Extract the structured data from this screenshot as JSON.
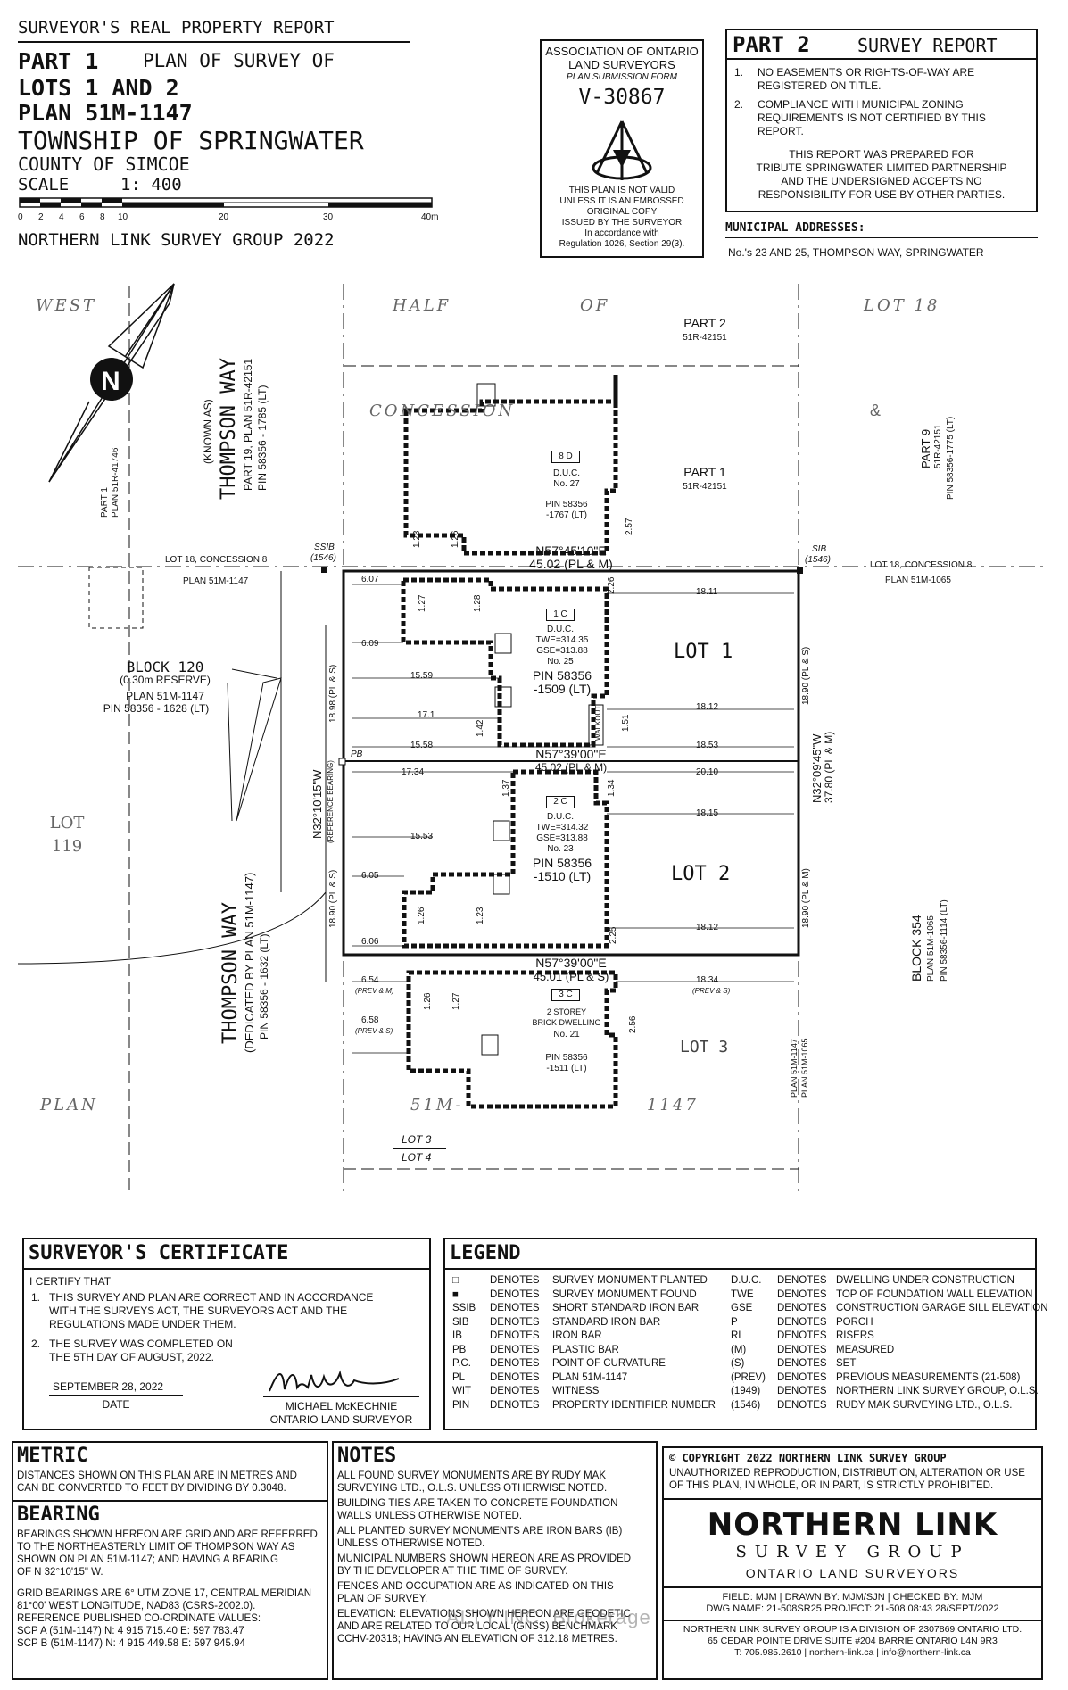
{
  "header": {
    "report_title": "SURVEYOR'S REAL PROPERTY REPORT",
    "part1": "PART 1",
    "part1_sub": "PLAN OF SURVEY OF",
    "lots": "LOTS 1 AND 2",
    "plan": "PLAN 51M-1147",
    "township": "TOWNSHIP OF SPRINGWATER",
    "county": "COUNTY OF SIMCOE",
    "scale_label": "SCALE",
    "scale_value": "1: 400",
    "scale_ticks": [
      "0",
      "2",
      "4",
      "6",
      "8",
      "10",
      "20",
      "30",
      "40m"
    ],
    "firm_year": "NORTHERN LINK SURVEY GROUP 2022"
  },
  "stamp": {
    "line1": "ASSOCIATION OF ONTARIO",
    "line2": "LAND SURVEYORS",
    "line3": "PLAN SUBMISSION FORM",
    "number": "V-30867",
    "notice": [
      "THIS PLAN IS NOT VALID",
      "UNLESS IT IS AN EMBOSSED",
      "ORIGINAL COPY",
      "ISSUED BY THE SURVEYOR",
      "In accordance with",
      "Regulation 1026, Section 29(3)."
    ]
  },
  "part2": {
    "title": "PART 2",
    "subtitle": "SURVEY REPORT",
    "item1_num": "1.",
    "item1": [
      "NO EASEMENTS OR RIGHTS-OF-WAY ARE",
      "REGISTERED ON TITLE."
    ],
    "item2_num": "2.",
    "item2": [
      "COMPLIANCE WITH MUNICIPAL ZONING",
      "REQUIREMENTS IS NOT CERTIFIED BY THIS",
      "REPORT."
    ],
    "prepared": [
      "THIS REPORT WAS PREPARED FOR",
      "TRIBUTE SPRINGWATER LIMITED PARTNERSHIP",
      "AND THE UNDERSIGNED ACCEPTS NO",
      "RESPONSIBILITY FOR USE BY OTHER PARTIES."
    ],
    "addr_label": "MUNICIPAL ADDRESSES:",
    "addr_value": "No.'s 23 AND 25, THOMPSON WAY, SPRINGWATER"
  },
  "plan": {
    "west": "WEST",
    "half": "HALF",
    "of": "OF",
    "lot18": "LOT 18",
    "concession": "CONCESSION",
    "amp": "&",
    "part2_top": "PART 2",
    "part2_top_ref": "51R-42151",
    "part1_mid": "PART 1",
    "part1_mid_ref": "51R-42151",
    "part9": "PART 9",
    "part9_ref": "51R-42151",
    "part9_pin": "PIN 58356-1775 (LT)",
    "known_as": "(KNOWN AS)",
    "thompson_top": "THOMPSON WAY",
    "thompson_top_ref": "PART 19, PLAN 51R-42151",
    "thompson_top_pin": "PIN 58356 - 1785 (LT)",
    "part1_left": "PART 1",
    "part1_left_ref": "PLAN 51R-41746",
    "lot18_left": "LOT 18, CONCESSION 8",
    "plan_left": "PLAN 51M-1147",
    "lot18_right": "LOT 18, CONCESSION 8",
    "plan_right": "PLAN 51M-1065",
    "ssib": "SSIB",
    "ssib_ref": "(1546)",
    "sib": "SIB",
    "sib_ref": "(1546)",
    "block120": "BLOCK 120",
    "block120_sub": "(0.30m RESERVE)",
    "block120_plan": "PLAN 51M-1147",
    "block120_pin": "PIN 58356 - 1628 (LT)",
    "lot119": "LOT",
    "lot119_num": "119",
    "thompson_bot": "THOMPSON WAY",
    "thompson_bot_ref": "(DEDICATED BY PLAN 51M-1147)",
    "thompson_bot_pin": "PIN 58356 - 1632 (LT)",
    "block354": "BLOCK 354",
    "block354_ref": "PLAN 51M-1065",
    "block354_pin": "PIN 58356-1114 (LT)",
    "plan_word": "PLAN",
    "plan_num": "51M-",
    "plan_num2": "1147",
    "lot3_label": "LOT 3",
    "lot4_label": "LOT 4",
    "lot3_main": "LOT 3",
    "plan_vert1": "PLAN 51M-1147",
    "plan_vert2": "PLAN 51M-1065",
    "bldg8d": "8 D",
    "duc27": "D.U.C.",
    "no27": "No. 27",
    "pin27": "PIN 58356",
    "pin27b": "-1767 (LT)",
    "bearing_top": "N57°45'10\"E",
    "dist_top": "45.02 (PL & M)",
    "lot1": "LOT 1",
    "bldg1c": "1 C",
    "duc25": "D.U.C.",
    "twe25": "TWE=314.35",
    "gse25": "GSE=313.88",
    "no25": "No. 25",
    "pin25": "PIN 58356",
    "pin25b": "-1509 (LT)",
    "lot2": "LOT 2",
    "bldg2c": "2 C",
    "duc23": "D.U.C.",
    "twe23": "TWE=314.32",
    "gse23": "GSE=313.88",
    "no23": "No. 23",
    "pin23": "PIN 58356",
    "pin23b": "-1510 (LT)",
    "bearing_mid": "N57°39'00\"E",
    "dist_mid": "45.02 (PL & M)",
    "bearing_bot": "N57°39'00\"E",
    "dist_bot": "45.01 (PL & S)",
    "bldg3c": "3 C",
    "storey": "2 STOREY",
    "brick": "BRICK DWELLING",
    "no21": "No. 21",
    "pin21": "PIN 58356",
    "pin21b": "-1511 (LT)",
    "left_bearing": "N32°10'15\"W",
    "ref_bearing": "(REFERENCE BEARING)",
    "right_bearing": "N32°09'45\"W",
    "right_dist": "37.80 (PL & M)",
    "walkout": "WALKOUT",
    "pb": "PB",
    "dims": {
      "d1": "6.07",
      "d2": "1.27",
      "d3": "1.28",
      "d4": "2.26",
      "d5": "18.11",
      "d6": "6.09",
      "d7": "15.59",
      "d8": "18.12",
      "d9": "17.1",
      "d10": "1.42",
      "d11": "1.51",
      "d12": "15.58",
      "d13": "18.53",
      "d14": "17.34",
      "d15": "1.37",
      "d16": "1.34",
      "d17": "20.10",
      "d18": "18.15",
      "d19": "15.53",
      "d20": "6.05",
      "d21": "1.26",
      "d22": "1.23",
      "d23": "18.12",
      "d24": "6.06",
      "d25": "2.25",
      "d26": "18.98 (PL & S)",
      "d27": "18.90 (PL & S)",
      "d28": "18.90 (PL & S)",
      "d29": "18.90 (PL & M)",
      "d30": "6.54",
      "d31": "(PREV & M)",
      "d32": "6.58",
      "d33": "(PREV & S)",
      "d34": "18.34",
      "d35": "(PREV & S)",
      "d36": "1.26",
      "d37": "1.27",
      "d38": "2.56",
      "d39": "1.28",
      "d40": "1.26",
      "d41": "2.57"
    }
  },
  "certificate": {
    "title": "SURVEYOR'S CERTIFICATE",
    "intro": "I CERTIFY THAT",
    "item1_num": "1.",
    "item1": [
      "THIS SURVEY AND PLAN ARE CORRECT AND IN ACCORDANCE",
      "WITH THE SURVEYS ACT, THE SURVEYORS ACT AND THE",
      "REGULATIONS MADE UNDER THEM."
    ],
    "item2_num": "2.",
    "item2": [
      "THE SURVEY WAS COMPLETED ON",
      "THE 5TH DAY OF AUGUST, 2022."
    ],
    "date_value": "SEPTEMBER 28, 2022",
    "date_label": "DATE",
    "name": "MICHAEL McKECHNIE",
    "role": "ONTARIO LAND SURVEYOR"
  },
  "legend": {
    "title": "LEGEND",
    "left": [
      [
        "□",
        "DENOTES",
        "SURVEY MONUMENT PLANTED"
      ],
      [
        "■",
        "DENOTES",
        "SURVEY MONUMENT FOUND"
      ],
      [
        "SSIB",
        "DENOTES",
        "SHORT STANDARD IRON BAR"
      ],
      [
        "SIB",
        "DENOTES",
        "STANDARD IRON BAR"
      ],
      [
        "IB",
        "DENOTES",
        "IRON BAR"
      ],
      [
        "PB",
        "DENOTES",
        "PLASTIC BAR"
      ],
      [
        "P.C.",
        "DENOTES",
        "POINT OF CURVATURE"
      ],
      [
        "PL",
        "DENOTES",
        "PLAN 51M-1147"
      ],
      [
        "WIT",
        "DENOTES",
        "WITNESS"
      ],
      [
        "PIN",
        "DENOTES",
        "PROPERTY IDENTIFIER NUMBER"
      ]
    ],
    "right": [
      [
        "D.U.C.",
        "DENOTES",
        "DWELLING UNDER CONSTRUCTION"
      ],
      [
        "TWE",
        "DENOTES",
        "TOP OF FOUNDATION WALL ELEVATION"
      ],
      [
        "GSE",
        "DENOTES",
        "CONSTRUCTION GARAGE SILL ELEVATION"
      ],
      [
        "P",
        "DENOTES",
        "PORCH"
      ],
      [
        "RI",
        "DENOTES",
        "RISERS"
      ],
      [
        "(M)",
        "DENOTES",
        "MEASURED"
      ],
      [
        "(S)",
        "DENOTES",
        "SET"
      ],
      [
        "(PREV)",
        "DENOTES",
        "PREVIOUS MEASUREMENTS (21-508)"
      ],
      [
        "(1949)",
        "DENOTES",
        "NORTHERN LINK SURVEY GROUP, O.L.S."
      ],
      [
        "(1546)",
        "DENOTES",
        "RUDY MAK SURVEYING LTD., O.L.S."
      ]
    ]
  },
  "metric": {
    "title": "METRIC",
    "text": [
      "DISTANCES SHOWN ON THIS PLAN ARE IN METRES AND",
      "CAN BE CONVERTED TO FEET BY DIVIDING BY 0.3048."
    ]
  },
  "bearing": {
    "title": "BEARING",
    "text": [
      "BEARINGS SHOWN HEREON ARE GRID AND ARE REFERRED",
      "TO THE NORTHEASTERLY LIMIT OF THOMPSON WAY AS",
      "SHOWN ON PLAN 51M-1147; AND HAVING A BEARING",
      "OF N 32°10'15\" W."
    ],
    "text2": [
      "GRID BEARINGS ARE 6° UTM ZONE 17, CENTRAL MERIDIAN",
      "81°00' WEST LONGITUDE, NAD83 (CSRS-2002.0).",
      "REFERENCE PUBLISHED CO-ORDINATE VALUES:"
    ],
    "scp_a": "SCP A (51M-1147)  N: 4 915 715.40  E: 597 783.47",
    "scp_b": "SCP B (51M-1147)  N: 4 915 449.58  E: 597 945.94"
  },
  "notes": {
    "title": "NOTES",
    "items": [
      [
        "ALL FOUND SURVEY MONUMENTS ARE BY RUDY MAK",
        "SURVEYING LTD., O.L.S. UNLESS OTHERWISE NOTED."
      ],
      [
        "BUILDING TIES ARE TAKEN TO CONCRETE FOUNDATION",
        "WALLS UNLESS OTHERWISE NOTED."
      ],
      [
        "ALL PLANTED SURVEY MONUMENTS ARE IRON BARS (IB)",
        "UNLESS OTHERWISE NOTED."
      ],
      [
        "MUNICIPAL NUMBERS SHOWN HEREON ARE AS PROVIDED",
        "BY THE DEVELOPER AT THE TIME OF SURVEY."
      ],
      [
        "FENCES AND OCCUPATION ARE AS INDICATED ON THIS",
        "PLAN OF SURVEY."
      ],
      [
        "ELEVATION: ELEVATIONS SHOWN HEREON ARE GEODETIC",
        "AND ARE RELATED TO OUR LOCAL (GNSS) BENCHMARK",
        "CCHV-20318; HAVING AN ELEVATION OF 312.18 METRES."
      ]
    ]
  },
  "copyright": {
    "title": "© COPYRIGHT 2022 NORTHERN LINK SURVEY GROUP",
    "text": [
      "UNAUTHORIZED REPRODUCTION, DISTRIBUTION, ALTERATION OR USE",
      "OF THIS PLAN, IN WHOLE, OR IN PART, IS STRICTLY PROHIBITED."
    ]
  },
  "logo": {
    "name": "NORTHERN LINK",
    "group": "SURVEY GROUP",
    "sub": "ONTARIO LAND SURVEYORS"
  },
  "credits": {
    "line1": "FIELD: MJM | DRAWN BY: MJM/SJN | CHECKED BY: MJM",
    "line2": "DWG NAME: 21-508SR25  PROJECT: 21-508  08:43 28/SEPT/2022",
    "line3": "NORTHERN LINK SURVEY GROUP IS A DIVISION OF 2307869 ONTARIO LTD.",
    "line4": "65 CEDAR POINTE DRIVE SUITE #204 BARRIE ONTARIO L4N 9R3",
    "line5": "T: 705.985.2610 | northern-link.ca | info@northern-link.ca"
  },
  "watermark": "ALTY INC. Brokerage"
}
